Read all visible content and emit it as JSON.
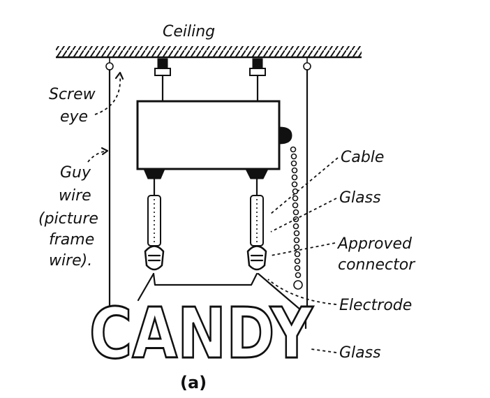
{
  "labels": {
    "ceiling": "Ceiling",
    "screw_eye_1": "Screw",
    "screw_eye_2": "eye",
    "guy_1": "Guy",
    "guy_2": "wire",
    "guy_3": "(picture",
    "guy_4": "frame",
    "guy_5": "wire).",
    "cable": "Cable",
    "glass_top": "Glass",
    "approved_1": "Approved",
    "approved_2": "connector",
    "electrode": "Electrode",
    "glass_bottom": "Glass",
    "sign_text": "CANDY",
    "caption": "(a)"
  }
}
